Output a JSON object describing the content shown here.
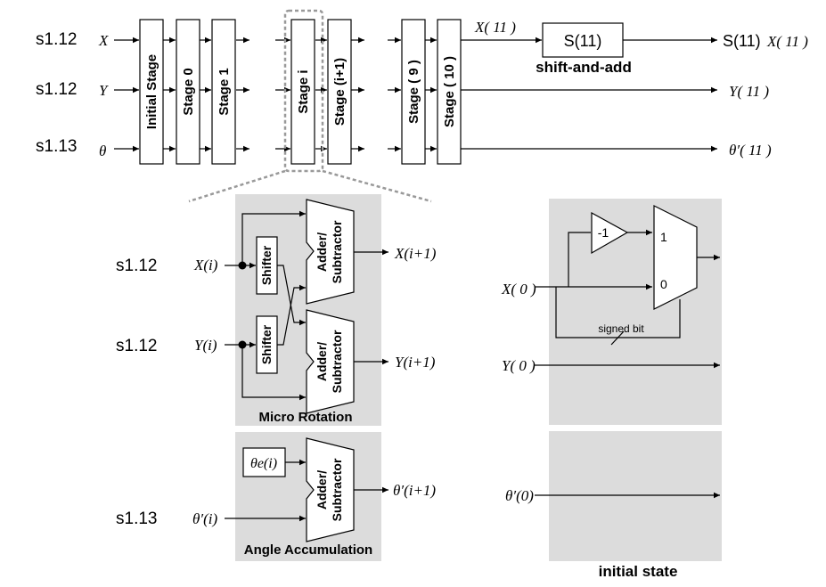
{
  "top": {
    "formats": [
      "s1.12",
      "s1.12",
      "s1.13"
    ],
    "inputs": [
      "X",
      "Y",
      "θ"
    ],
    "stages": [
      "Initial Stage",
      "Stage 0",
      "Stage 1",
      "Stage i",
      "Stage (i+1)",
      "Stage ( 9 )",
      "Stage ( 10 )"
    ],
    "x11_label": "X( 11 )",
    "s11_box": "S(11)",
    "shift_add": "shift-and-add",
    "out_x_prefix": "S(11)",
    "out_x": "X( 11 )",
    "out_y": "Y( 11 )",
    "out_theta": "θ′( 11 )"
  },
  "micro": {
    "title": "Micro Rotation",
    "format_x": "s1.12",
    "format_y": "s1.12",
    "in_x": "X(i)",
    "in_y": "Y(i)",
    "shifter": "Shifter",
    "addsub_line1": "Adder/",
    "addsub_line2": "Subtractor",
    "out_x": "X(i+1)",
    "out_y": "Y(i+1)"
  },
  "angle": {
    "title": "Angle Accumulation",
    "format": "s1.13",
    "theta_e": "θe(i)",
    "in": "θ′(i)",
    "addsub_line1": "Adder/",
    "addsub_line2": "Subtractor",
    "out": "θ′(i+1)"
  },
  "init": {
    "title": "initial state",
    "neg_one": "-1",
    "mux_1": "1",
    "mux_0": "0",
    "signed_bit": "signed bit",
    "x0": "X( 0 )",
    "y0": "Y( 0 )",
    "theta0": "θ′(0)"
  }
}
